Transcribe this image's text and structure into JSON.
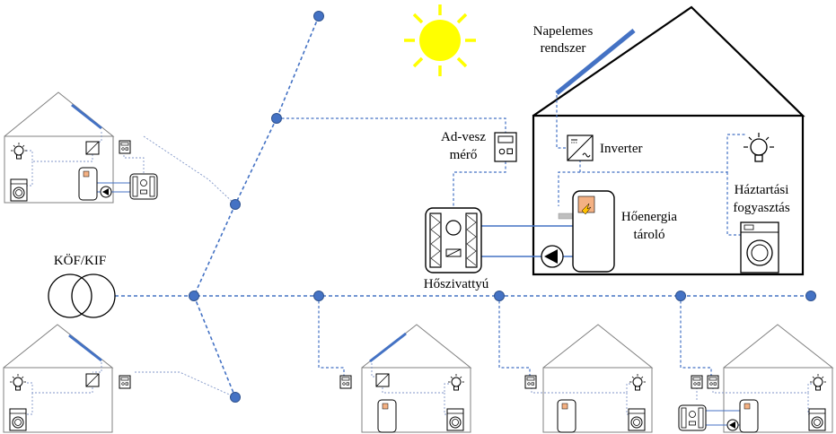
{
  "labels": {
    "pv_system_line1": "Napelemes",
    "pv_system_line2": "rendszer",
    "inverter": "Inverter",
    "meter_line1": "Ad-vesz",
    "meter_line2": "mérő",
    "household_line1": "Háztartási",
    "household_line2": "fogyasztás",
    "storage_line1": "Hőenergia",
    "storage_line2": "tároló",
    "heat_pump": "Hőszivattyú",
    "transformer": "KÖF/KIF"
  },
  "colors": {
    "grid_line": "#4472c4",
    "sun": "#ffff00",
    "house_outline_main": "#000000",
    "house_outline_small": "#808080",
    "tank_accent": "#f4b183"
  },
  "icons": [
    "sun-icon",
    "transformer-icon",
    "solar-panel-icon",
    "inverter-icon",
    "meter-icon",
    "bulb-icon",
    "washing-machine-icon",
    "heat-pump-icon",
    "storage-tank-icon",
    "pump-icon"
  ]
}
